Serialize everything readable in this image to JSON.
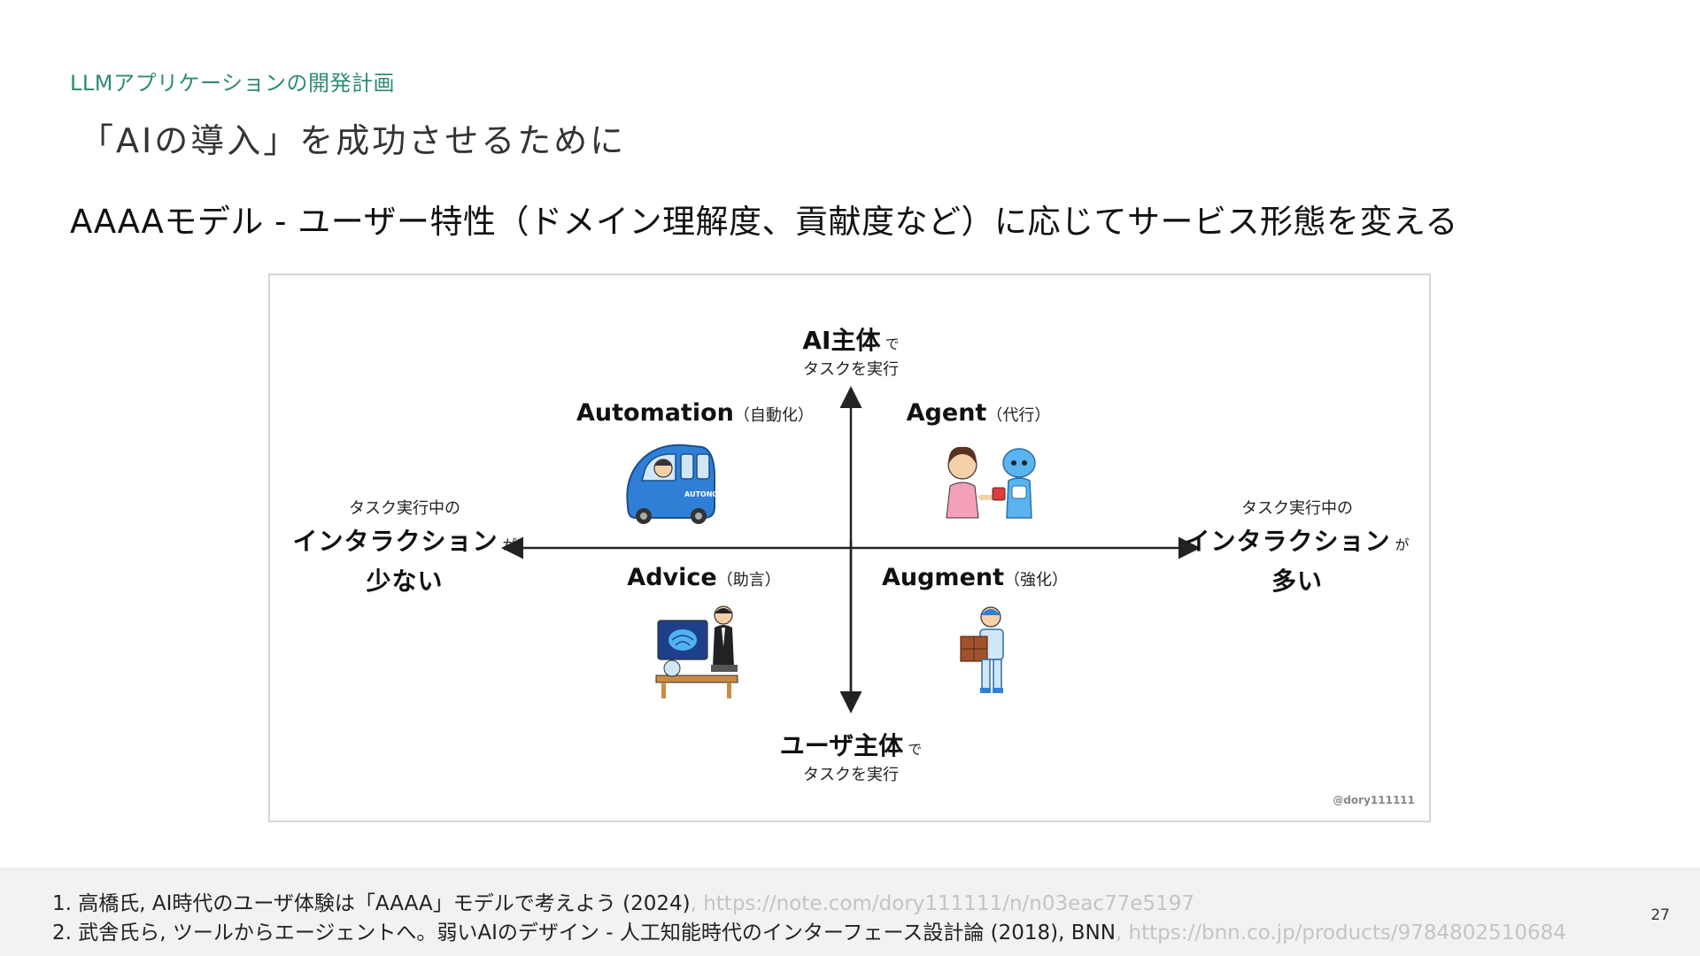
{
  "header": {
    "section": "LLMアプリケーションの開発計画",
    "title": "「AIの導入」を成功させるために",
    "subtitle": "AAAAモデル - ユーザー特性（ドメイン理解度、貢献度など）に応じてサービス形態を変える"
  },
  "diagram": {
    "top": {
      "head": "AI主体",
      "particle": "で",
      "sub": "タスクを実行"
    },
    "bottom": {
      "head": "ユーザ主体",
      "particle": "で",
      "sub": "タスクを実行"
    },
    "left": {
      "pre": "タスク実行中の",
      "main": "インタラクション",
      "particle": "が",
      "post": "少ない"
    },
    "right": {
      "pre": "タスク実行中の",
      "main": "インタラクション",
      "particle": "が",
      "post": "多い"
    },
    "quadrants": {
      "automation": {
        "name": "Automation",
        "jp": "（自動化）",
        "icon": "self-driving-car-illustration"
      },
      "agent": {
        "name": "Agent",
        "jp": "（代行）",
        "icon": "robot-serving-person-illustration"
      },
      "advice": {
        "name": "Advice",
        "jp": "（助言）",
        "icon": "ai-advisor-at-desk-illustration"
      },
      "augment": {
        "name": "Augment",
        "jp": "（強化）",
        "icon": "powered-exoskeleton-illustration"
      }
    },
    "car_text": "AUTONO MOUS",
    "credit": "@dory111111"
  },
  "references": [
    {
      "text": "1. 高橋氏, AI時代のユーザ体験は「AAAA」モデルで考えよう (2024)",
      "url": ", https://note.com/dory111111/n/n03eac77e5197"
    },
    {
      "text": "2. 武舎氏ら, ツールからエージェントへ。弱いAIのデザイン - 人工知能時代のインターフェース設計論 (2018), BNN",
      "url": ", https://bnn.co.jp/products/9784802510684"
    }
  ],
  "page_number": "27",
  "colors": {
    "accent": "#2e8b74",
    "footer_bg": "#f2f2f2",
    "url_text": "#c4c4c4"
  }
}
